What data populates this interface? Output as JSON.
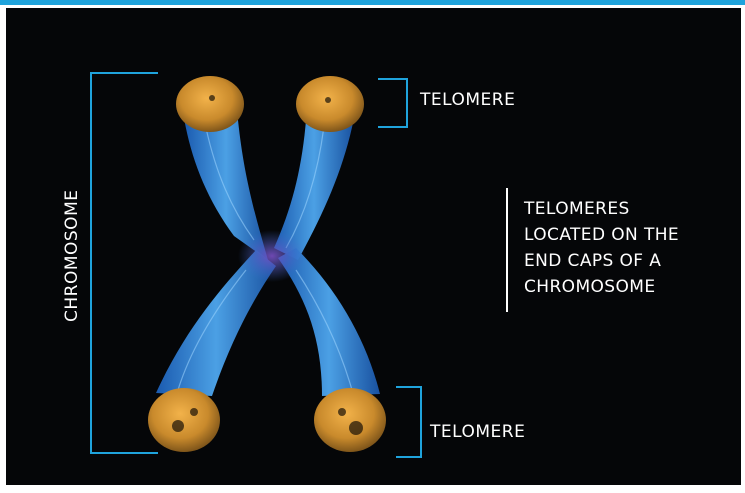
{
  "colors": {
    "accent": "#1fa3dc",
    "background": "#050608",
    "telomere": "#d9a24a",
    "chromatid": "#3d8fe0"
  },
  "labels": {
    "chromosome": "CHROMOSOME",
    "telomere_top": "TELOMERE",
    "telomere_bottom": "TELOMERE",
    "note_lines": [
      "TELOMERES",
      "LOCATED ON THE",
      "END CAPS OF A",
      "CHROMOSOME"
    ]
  }
}
